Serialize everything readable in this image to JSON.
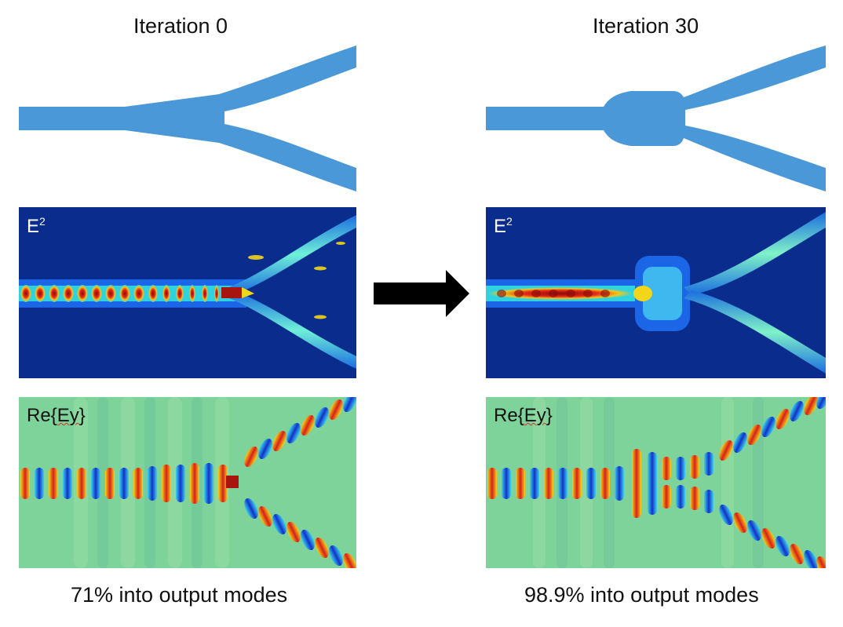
{
  "left": {
    "title": "Iteration 0",
    "caption": "71% into output modes"
  },
  "right": {
    "title": "Iteration 30",
    "caption": "98.9% into output modes"
  },
  "labels": {
    "intensity_base": "E",
    "intensity_sup": "2",
    "field_prefix": "Re{",
    "field_var": "Ey",
    "field_suffix": "}"
  },
  "colors": {
    "waveguide": "#4a98d8",
    "field_background_dark": "#0a2c8c",
    "field_background_light": "#7ed39a",
    "arrow": "#000000"
  }
}
